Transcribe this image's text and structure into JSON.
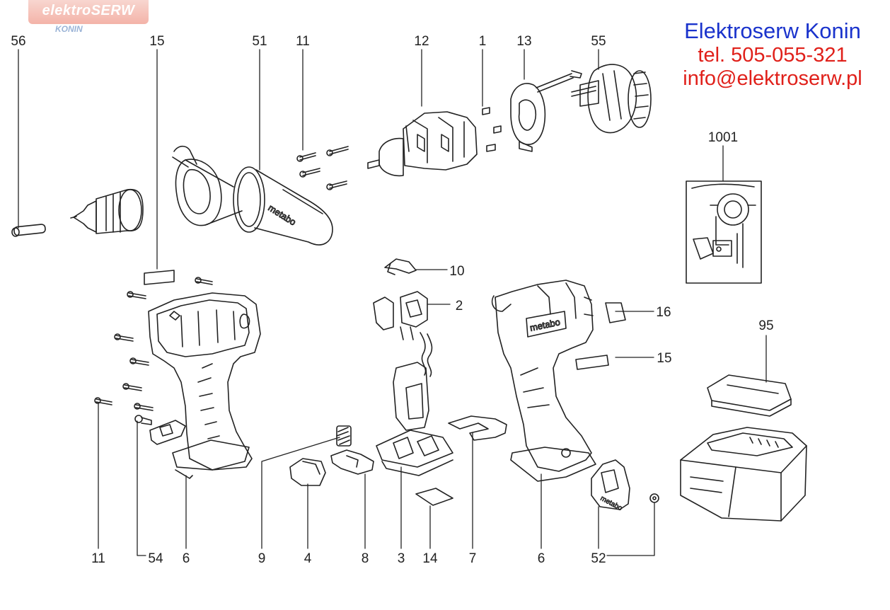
{
  "brand": {
    "logo_text": "elektroSERW",
    "logo_sub": "KONIN"
  },
  "contact": {
    "company": "Elektroserw Konin",
    "phone": "tel. 505-055-321",
    "email": "info@elektroserw.pl"
  },
  "product_marking": "metabo",
  "part_labels": {
    "top_56": "56",
    "top_15": "15",
    "top_51": "51",
    "top_11": "11",
    "top_12": "12",
    "top_1": "1",
    "top_13": "13",
    "top_55": "55",
    "mid_1001": "1001",
    "mid_10": "10",
    "mid_2": "2",
    "mid_16": "16",
    "mid_15": "15",
    "mid_95": "95",
    "bot_11": "11",
    "bot_54": "54",
    "bot_6a": "6",
    "bot_9": "9",
    "bot_4": "4",
    "bot_8": "8",
    "bot_3": "3",
    "bot_14": "14",
    "bot_7": "7",
    "bot_6b": "6",
    "bot_52": "52"
  },
  "colors": {
    "line": "#222222",
    "company": "#1a33cc",
    "contact": "#e0201a"
  }
}
